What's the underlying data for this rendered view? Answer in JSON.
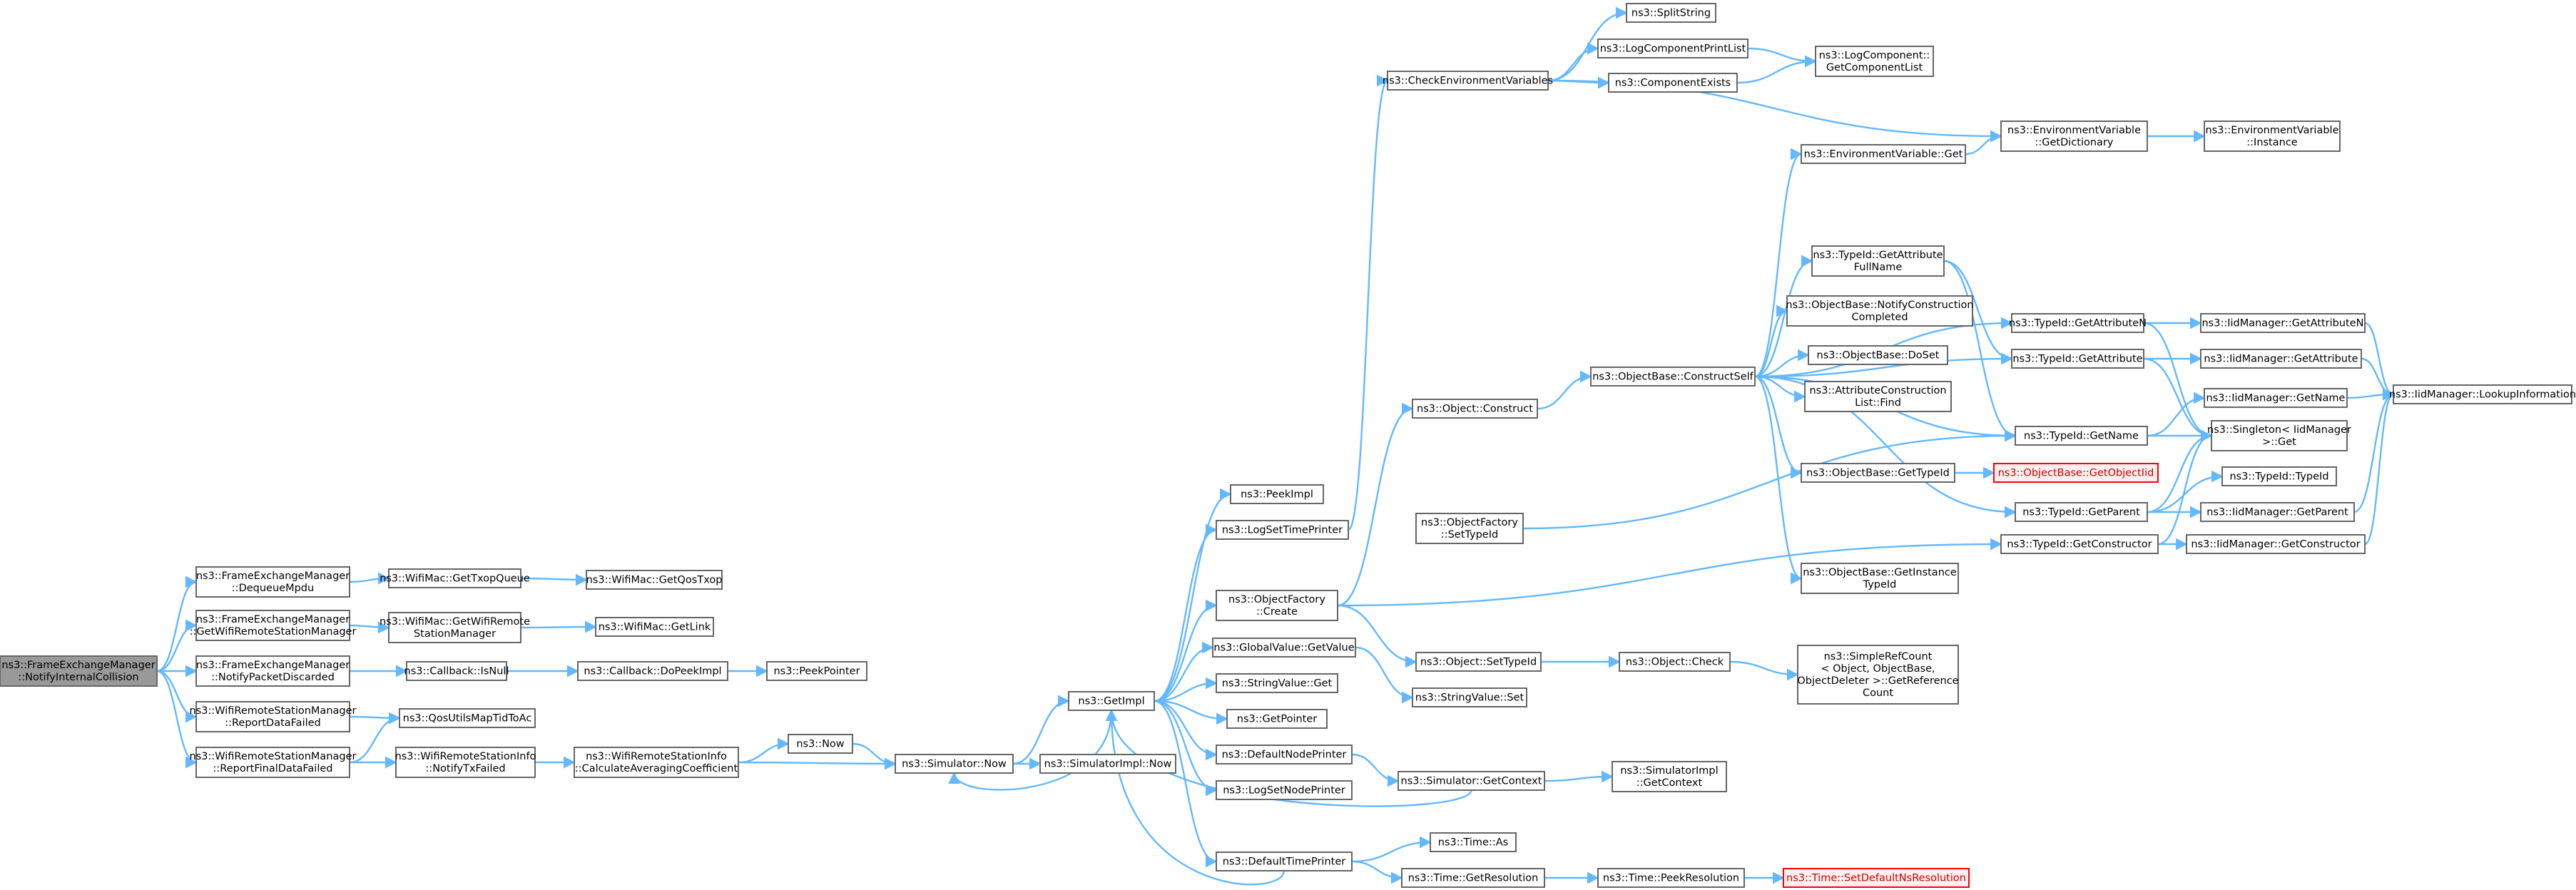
{
  "graph": {
    "edge_color": "#63b8ff",
    "node_border": "#666666",
    "root_fill": "#999999",
    "missing_border": "#ff0000",
    "nodes": [
      {
        "id": "root",
        "lines": [
          "ns3::FrameExchangeManager",
          "::NotifyInternalCollision"
        ],
        "style": "root"
      },
      {
        "id": "dequeue",
        "lines": [
          "ns3::FrameExchangeManager",
          "::DequeueMpdu"
        ]
      },
      {
        "id": "getwrsm",
        "lines": [
          "ns3::FrameExchangeManager",
          "::GetWifiRemoteStationManager"
        ]
      },
      {
        "id": "notifypkt",
        "lines": [
          "ns3::FrameExchangeManager",
          "::NotifyPacketDiscarded"
        ]
      },
      {
        "id": "rdf",
        "lines": [
          "ns3::WifiRemoteStationManager",
          "::ReportDataFailed"
        ]
      },
      {
        "id": "rfdf",
        "lines": [
          "ns3::WifiRemoteStationManager",
          "::ReportFinalDataFailed"
        ]
      },
      {
        "id": "gettxopq",
        "lines": [
          "ns3::WifiMac::GetTxopQueue"
        ]
      },
      {
        "id": "macgetwrsm",
        "lines": [
          "ns3::WifiMac::GetWifiRemote",
          "StationManager"
        ]
      },
      {
        "id": "isnull",
        "lines": [
          "ns3::Callback::IsNull"
        ]
      },
      {
        "id": "qosmap",
        "lines": [
          "ns3::QosUtilsMapTidToAc"
        ]
      },
      {
        "id": "notifytxf",
        "lines": [
          "ns3::WifiRemoteStationInfo",
          "::NotifyTxFailed"
        ]
      },
      {
        "id": "getqostxop",
        "lines": [
          "ns3::WifiMac::GetQosTxop"
        ]
      },
      {
        "id": "getlink",
        "lines": [
          "ns3::WifiMac::GetLink"
        ]
      },
      {
        "id": "dopeek",
        "lines": [
          "ns3::Callback::DoPeekImpl"
        ]
      },
      {
        "id": "calcavg",
        "lines": [
          "ns3::WifiRemoteStationInfo",
          "::CalculateAveragingCoefficient"
        ]
      },
      {
        "id": "peekptr",
        "lines": [
          "ns3::PeekPointer"
        ]
      },
      {
        "id": "now",
        "lines": [
          "ns3::Now"
        ]
      },
      {
        "id": "simnow",
        "lines": [
          "ns3::Simulator::Now"
        ]
      },
      {
        "id": "getimpl",
        "lines": [
          "ns3::GetImpl"
        ]
      },
      {
        "id": "simimplnow",
        "lines": [
          "ns3::SimulatorImpl::Now"
        ]
      },
      {
        "id": "peekimpl",
        "lines": [
          "ns3::PeekImpl"
        ]
      },
      {
        "id": "logsettime",
        "lines": [
          "ns3::LogSetTimePrinter"
        ]
      },
      {
        "id": "ofcreate",
        "lines": [
          "ns3::ObjectFactory",
          "::Create"
        ]
      },
      {
        "id": "gvget",
        "lines": [
          "ns3::GlobalValue::GetValue"
        ]
      },
      {
        "id": "svget",
        "lines": [
          "ns3::StringValue::Get"
        ]
      },
      {
        "id": "getptr",
        "lines": [
          "ns3::GetPointer"
        ]
      },
      {
        "id": "defnode",
        "lines": [
          "ns3::DefaultNodePrinter"
        ]
      },
      {
        "id": "logsetnode",
        "lines": [
          "ns3::LogSetNodePrinter"
        ]
      },
      {
        "id": "deftime",
        "lines": [
          "ns3::DefaultTimePrinter"
        ]
      },
      {
        "id": "checkenv",
        "lines": [
          "ns3::CheckEnvironmentVariables"
        ]
      },
      {
        "id": "objconstruct",
        "lines": [
          "ns3::Object::Construct"
        ]
      },
      {
        "id": "ofsettid",
        "lines": [
          "ns3::ObjectFactory",
          "::SetTypeId"
        ]
      },
      {
        "id": "objsettid",
        "lines": [
          "ns3::Object::SetTypeId"
        ]
      },
      {
        "id": "svset",
        "lines": [
          "ns3::StringValue::Set"
        ]
      },
      {
        "id": "simgetctx",
        "lines": [
          "ns3::Simulator::GetContext"
        ]
      },
      {
        "id": "timeas",
        "lines": [
          "ns3::Time::As"
        ]
      },
      {
        "id": "timegetres",
        "lines": [
          "ns3::Time::GetResolution"
        ]
      },
      {
        "id": "splitstr",
        "lines": [
          "ns3::SplitString"
        ]
      },
      {
        "id": "logcompprint",
        "lines": [
          "ns3::LogComponentPrintList"
        ]
      },
      {
        "id": "compexists",
        "lines": [
          "ns3::ComponentExists"
        ]
      },
      {
        "id": "obconstructself",
        "lines": [
          "ns3::ObjectBase::ConstructSelf"
        ]
      },
      {
        "id": "objcheck",
        "lines": [
          "ns3::Object::Check"
        ]
      },
      {
        "id": "simimplgetctx",
        "lines": [
          "ns3::SimulatorImpl",
          "::GetContext"
        ]
      },
      {
        "id": "timepeekres",
        "lines": [
          "ns3::Time::PeekResolution"
        ]
      },
      {
        "id": "logcompgetlist",
        "lines": [
          "ns3::LogComponent::",
          "GetComponentList"
        ]
      },
      {
        "id": "envget",
        "lines": [
          "ns3::EnvironmentVariable::Get"
        ]
      },
      {
        "id": "tidgetattrfull",
        "lines": [
          "ns3::TypeId::GetAttribute",
          "FullName"
        ]
      },
      {
        "id": "obnotifycc",
        "lines": [
          "ns3::ObjectBase::NotifyConstruction",
          "Completed"
        ]
      },
      {
        "id": "obdoset",
        "lines": [
          "ns3::ObjectBase::DoSet"
        ]
      },
      {
        "id": "attrconstrfind",
        "lines": [
          "ns3::AttributeConstruction",
          "List::Find"
        ]
      },
      {
        "id": "obgettid",
        "lines": [
          "ns3::ObjectBase::GetTypeId"
        ]
      },
      {
        "id": "obgetinst",
        "lines": [
          "ns3::ObjectBase::GetInstance",
          "TypeId"
        ]
      },
      {
        "id": "simplerefcount",
        "lines": [
          "ns3::SimpleRefCount",
          "< Object, ObjectBase,",
          "ObjectDeleter >::GetReference",
          "Count"
        ]
      },
      {
        "id": "timesetdef",
        "lines": [
          "ns3::Time::SetDefaultNsResolution"
        ],
        "style": "red"
      },
      {
        "id": "envgetdict",
        "lines": [
          "ns3::EnvironmentVariable",
          "::GetDictionary"
        ]
      },
      {
        "id": "tidgetattrn",
        "lines": [
          "ns3::TypeId::GetAttributeN"
        ]
      },
      {
        "id": "tidgetattr",
        "lines": [
          "ns3::TypeId::GetAttribute"
        ]
      },
      {
        "id": "tidgetname",
        "lines": [
          "ns3::TypeId::GetName"
        ]
      },
      {
        "id": "obgetobjtid",
        "lines": [
          "ns3::ObjectBase::GetObjectIid"
        ],
        "style": "red"
      },
      {
        "id": "tidgetparent",
        "lines": [
          "ns3::TypeId::GetParent"
        ]
      },
      {
        "id": "tidgetctor",
        "lines": [
          "ns3::TypeId::GetConstructor"
        ]
      },
      {
        "id": "envinstance",
        "lines": [
          "ns3::EnvironmentVariable",
          "::Instance"
        ]
      },
      {
        "id": "iidgetattrn",
        "lines": [
          "ns3::IidManager::GetAttributeN"
        ]
      },
      {
        "id": "iidgetattr",
        "lines": [
          "ns3::IidManager::GetAttribute"
        ]
      },
      {
        "id": "iidgetname",
        "lines": [
          "ns3::IidManager::GetName"
        ]
      },
      {
        "id": "singletonget",
        "lines": [
          "ns3::Singleton< IidManager",
          " >::Get"
        ]
      },
      {
        "id": "tidtypeid",
        "lines": [
          "ns3::TypeId::TypeId"
        ]
      },
      {
        "id": "iidgetparent",
        "lines": [
          "ns3::IidManager::GetParent"
        ]
      },
      {
        "id": "iidgetctor",
        "lines": [
          "ns3::IidManager::GetConstructor"
        ]
      },
      {
        "id": "iidlookup",
        "lines": [
          "ns3::IidManager::LookupInformation"
        ]
      }
    ],
    "edges": [
      [
        "root",
        "dequeue"
      ],
      [
        "root",
        "getwrsm"
      ],
      [
        "root",
        "notifypkt"
      ],
      [
        "root",
        "rdf"
      ],
      [
        "root",
        "rfdf"
      ],
      [
        "dequeue",
        "gettxopq"
      ],
      [
        "gettxopq",
        "getqostxop"
      ],
      [
        "getwrsm",
        "macgetwrsm"
      ],
      [
        "macgetwrsm",
        "getlink"
      ],
      [
        "notifypkt",
        "isnull"
      ],
      [
        "isnull",
        "dopeek"
      ],
      [
        "dopeek",
        "peekptr"
      ],
      [
        "rdf",
        "qosmap"
      ],
      [
        "rfdf",
        "qosmap"
      ],
      [
        "rfdf",
        "notifytxf"
      ],
      [
        "notifytxf",
        "calcavg"
      ],
      [
        "calcavg",
        "now"
      ],
      [
        "calcavg",
        "simnow"
      ],
      [
        "now",
        "simnow"
      ],
      [
        "simnow",
        "getimpl"
      ],
      [
        "simnow",
        "simimplnow"
      ],
      [
        "getimpl",
        "peekimpl"
      ],
      [
        "getimpl",
        "logsettime"
      ],
      [
        "getimpl",
        "ofcreate"
      ],
      [
        "getimpl",
        "gvget"
      ],
      [
        "getimpl",
        "svget"
      ],
      [
        "getimpl",
        "getptr"
      ],
      [
        "getimpl",
        "defnode"
      ],
      [
        "getimpl",
        "logsetnode"
      ],
      [
        "getimpl",
        "deftime"
      ],
      [
        "getimpl",
        "simnow"
      ],
      [
        "logsettime",
        "checkenv"
      ],
      [
        "checkenv",
        "splitstr"
      ],
      [
        "checkenv",
        "logcompprint"
      ],
      [
        "checkenv",
        "compexists"
      ],
      [
        "checkenv",
        "envgetdict"
      ],
      [
        "logcompprint",
        "logcompgetlist"
      ],
      [
        "compexists",
        "logcompgetlist"
      ],
      [
        "ofcreate",
        "objconstruct"
      ],
      [
        "ofcreate",
        "objsettid"
      ],
      [
        "ofcreate",
        "tidgetctor"
      ],
      [
        "objconstruct",
        "obconstructself"
      ],
      [
        "gvget",
        "svset"
      ],
      [
        "ofsettid",
        "tidgetname"
      ],
      [
        "objsettid",
        "objcheck"
      ],
      [
        "objcheck",
        "simplerefcount"
      ],
      [
        "defnode",
        "simgetctx"
      ],
      [
        "simgetctx",
        "simimplgetctx"
      ],
      [
        "simgetctx",
        "getimpl"
      ],
      [
        "deftime",
        "timeas"
      ],
      [
        "deftime",
        "timegetres"
      ],
      [
        "deftime",
        "getimpl"
      ],
      [
        "timegetres",
        "timepeekres"
      ],
      [
        "timepeekres",
        "timesetdef"
      ],
      [
        "obconstructself",
        "envget"
      ],
      [
        "obconstructself",
        "tidgetattrfull"
      ],
      [
        "obconstructself",
        "obnotifycc"
      ],
      [
        "obconstructself",
        "obdoset"
      ],
      [
        "obconstructself",
        "attrconstrfind"
      ],
      [
        "obconstructself",
        "obgettid"
      ],
      [
        "obconstructself",
        "obgetinst"
      ],
      [
        "obconstructself",
        "tidgetattrn"
      ],
      [
        "obconstructself",
        "tidgetattr"
      ],
      [
        "obconstructself",
        "tidgetname"
      ],
      [
        "obconstructself",
        "tidgetparent"
      ],
      [
        "envget",
        "envgetdict"
      ],
      [
        "envgetdict",
        "envinstance"
      ],
      [
        "tidgetattrfull",
        "tidgetattr"
      ],
      [
        "tidgetattrfull",
        "tidgetname"
      ],
      [
        "obgettid",
        "obgetobjtid"
      ],
      [
        "tidgetattrn",
        "iidgetattrn"
      ],
      [
        "tidgetattrn",
        "singletonget"
      ],
      [
        "tidgetattr",
        "iidgetattr"
      ],
      [
        "tidgetattr",
        "singletonget"
      ],
      [
        "tidgetname",
        "iidgetname"
      ],
      [
        "tidgetname",
        "singletonget"
      ],
      [
        "tidgetparent",
        "iidgetparent"
      ],
      [
        "tidgetparent",
        "singletonget"
      ],
      [
        "tidgetparent",
        "tidtypeid"
      ],
      [
        "tidgetctor",
        "iidgetctor"
      ],
      [
        "tidgetctor",
        "singletonget"
      ],
      [
        "iidgetattrn",
        "iidlookup"
      ],
      [
        "iidgetattr",
        "iidlookup"
      ],
      [
        "iidgetname",
        "iidlookup"
      ],
      [
        "iidgetparent",
        "iidlookup"
      ],
      [
        "iidgetctor",
        "iidlookup"
      ]
    ]
  }
}
